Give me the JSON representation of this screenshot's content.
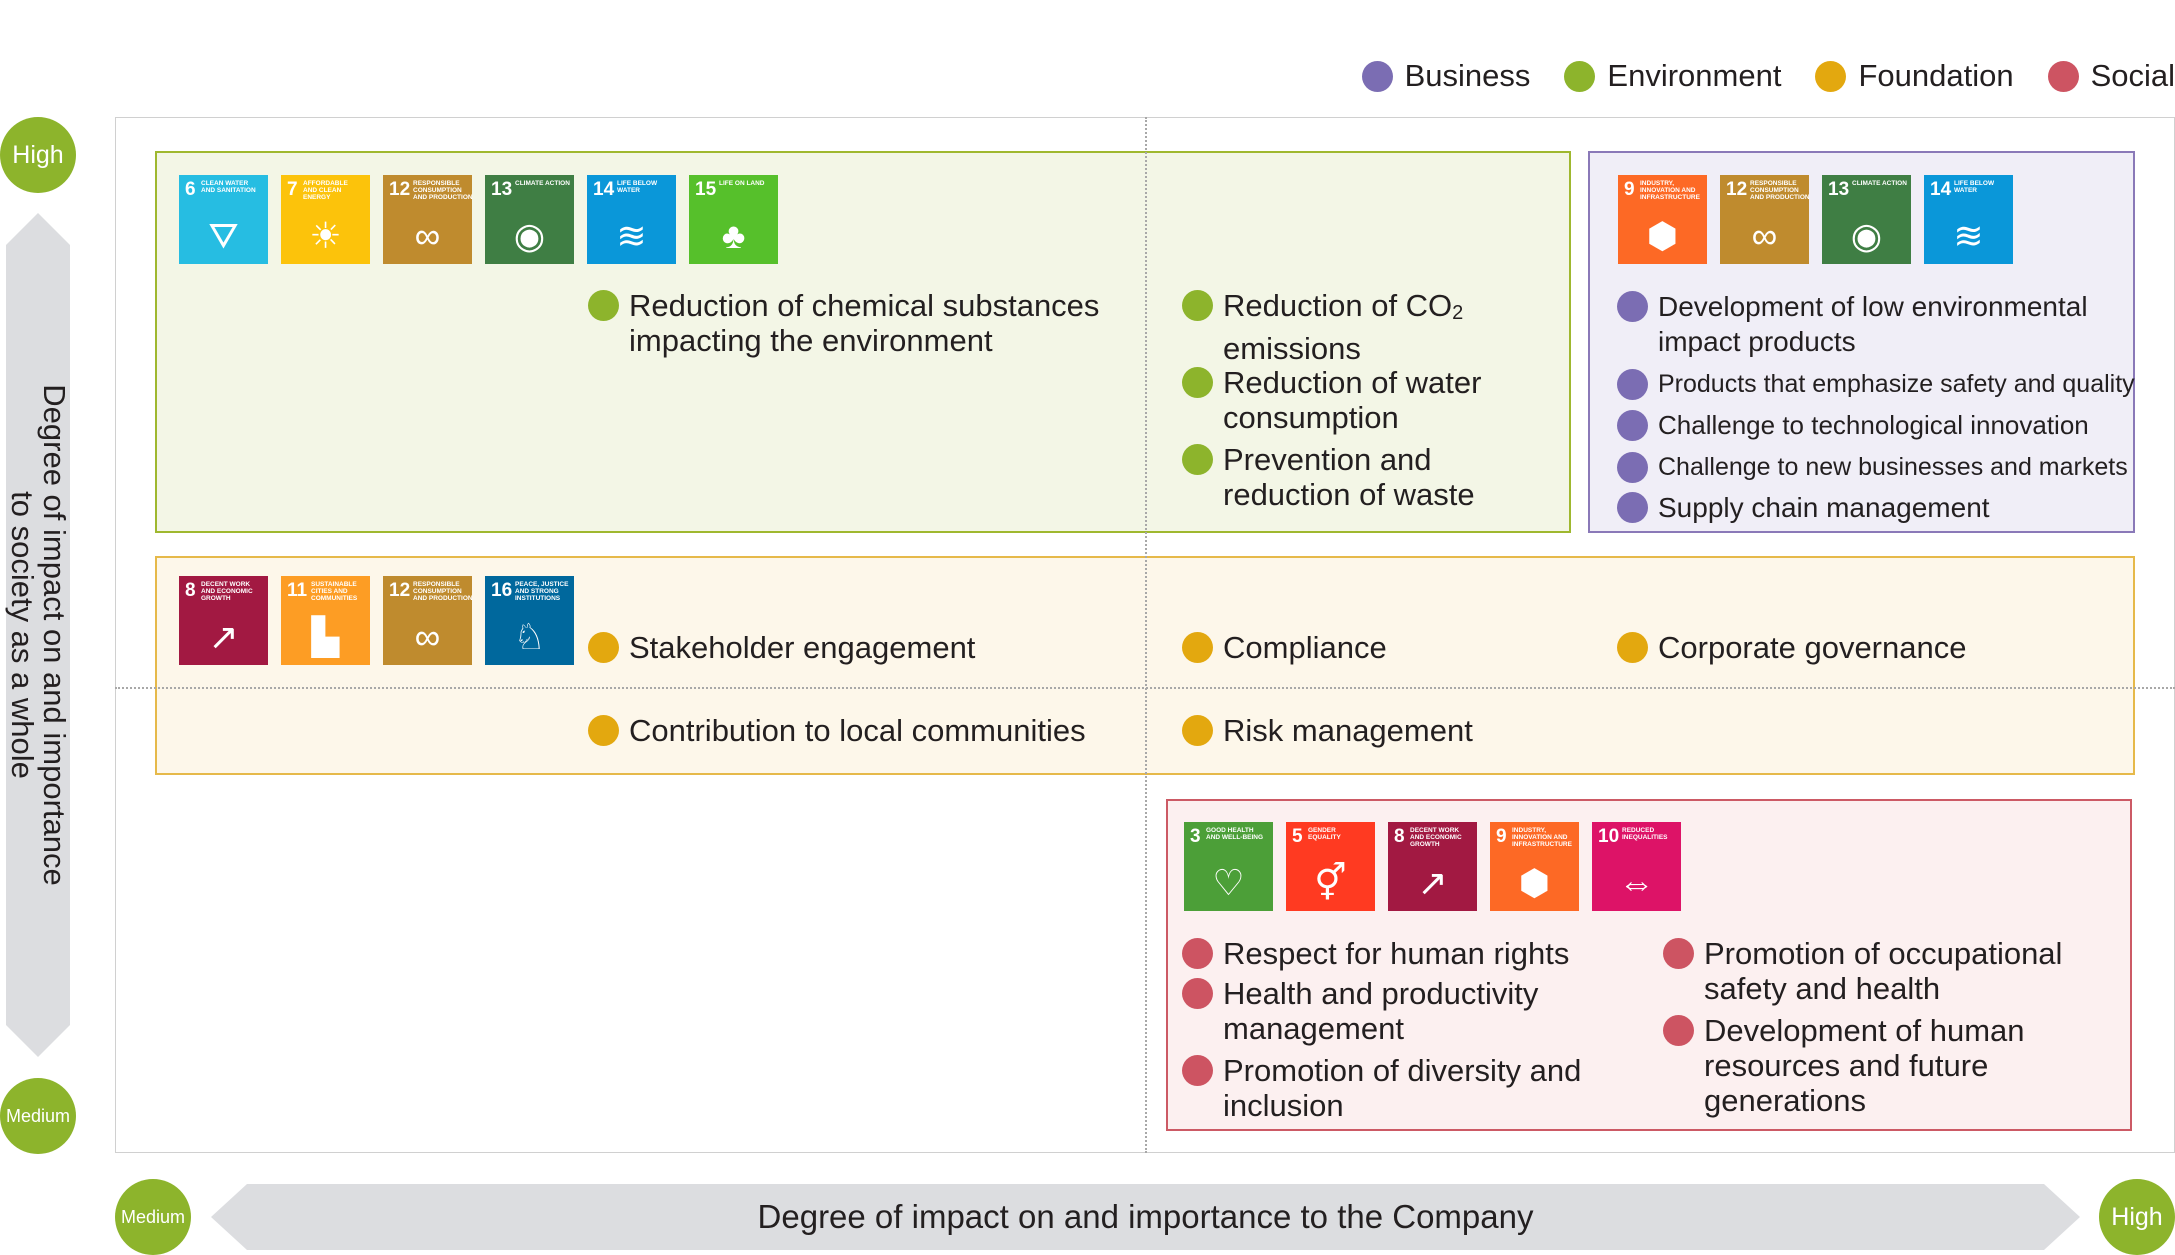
{
  "colors": {
    "business": "#7b6db3",
    "environment": "#8db42c",
    "foundation": "#e3a80f",
    "social": "#cd5462"
  },
  "legend": [
    {
      "label": "Business",
      "color": "#7b6db3"
    },
    {
      "label": "Environment",
      "color": "#8db42c"
    },
    {
      "label": "Foundation",
      "color": "#e3a80f"
    },
    {
      "label": "Social",
      "color": "#cd5462"
    }
  ],
  "y_axis": {
    "label_line1": "Degree of impact on and importance",
    "label_line2": "to society as a whole",
    "top": "High",
    "bottom": "Medium"
  },
  "x_axis": {
    "label": "Degree of impact on and importance to the Company",
    "left": "Medium",
    "right": "High"
  },
  "sdg_icons": {
    "environment": [
      {
        "num": "6",
        "text": "Clean water and sanitation",
        "icon": "water-drop-icon",
        "glyph": "⛛",
        "color": "#26bde2"
      },
      {
        "num": "7",
        "text": "Affordable and clean energy",
        "icon": "sun-icon",
        "glyph": "☀",
        "color": "#fcc30b"
      },
      {
        "num": "12",
        "text": "Responsible consumption and production",
        "icon": "infinity-icon",
        "glyph": "∞",
        "color": "#bf8b2e"
      },
      {
        "num": "13",
        "text": "Climate action",
        "icon": "eye-globe-icon",
        "glyph": "◉",
        "color": "#3f7e44"
      },
      {
        "num": "14",
        "text": "Life below water",
        "icon": "fish-icon",
        "glyph": "≋",
        "color": "#0a97d9"
      },
      {
        "num": "15",
        "text": "Life on land",
        "icon": "tree-icon",
        "glyph": "♣",
        "color": "#56c02b"
      }
    ],
    "business": [
      {
        "num": "9",
        "text": "Industry, innovation and infrastructure",
        "icon": "cubes-icon",
        "glyph": "⬢",
        "color": "#fd6925"
      },
      {
        "num": "12",
        "text": "Responsible consumption and production",
        "icon": "infinity-icon",
        "glyph": "∞",
        "color": "#bf8b2e"
      },
      {
        "num": "13",
        "text": "Climate action",
        "icon": "eye-globe-icon",
        "glyph": "◉",
        "color": "#3f7e44"
      },
      {
        "num": "14",
        "text": "Life below water",
        "icon": "fish-icon",
        "glyph": "≋",
        "color": "#0a97d9"
      }
    ],
    "foundation": [
      {
        "num": "8",
        "text": "Decent work and economic growth",
        "icon": "growth-chart-icon",
        "glyph": "↗",
        "color": "#a21942"
      },
      {
        "num": "11",
        "text": "Sustainable cities and communities",
        "icon": "city-icon",
        "glyph": "▙",
        "color": "#fd9d24"
      },
      {
        "num": "12",
        "text": "Responsible consumption and production",
        "icon": "infinity-icon",
        "glyph": "∞",
        "color": "#bf8b2e"
      },
      {
        "num": "16",
        "text": "Peace, justice and strong institutions",
        "icon": "dove-icon",
        "glyph": "♘",
        "color": "#00689d"
      }
    ],
    "social": [
      {
        "num": "3",
        "text": "Good health and well-being",
        "icon": "heartbeat-icon",
        "glyph": "♡",
        "color": "#4c9f38"
      },
      {
        "num": "5",
        "text": "Gender equality",
        "icon": "gender-icon",
        "glyph": "⚥",
        "color": "#ff3a21"
      },
      {
        "num": "8",
        "text": "Decent work and economic growth",
        "icon": "growth-chart-icon",
        "glyph": "↗",
        "color": "#a21942"
      },
      {
        "num": "9",
        "text": "Industry, innovation and infrastructure",
        "icon": "cubes-icon",
        "glyph": "⬢",
        "color": "#fd6925"
      },
      {
        "num": "10",
        "text": "Reduced inequalities",
        "icon": "equality-icon",
        "glyph": "⇔",
        "color": "#dd1367"
      }
    ]
  },
  "items": {
    "env_chemical_1": "Reduction of chemical substances",
    "env_chemical_2": "impacting the environment",
    "env_co2_1": "Reduction of CO",
    "env_co2_sub": "2",
    "env_co2_2": "emissions",
    "env_water_1": "Reduction of water",
    "env_water_2": "consumption",
    "env_waste_1": "Prevention and",
    "env_waste_2": "reduction of waste",
    "bus_lowimpact_1": "Development of low environmental",
    "bus_lowimpact_2": "impact products",
    "bus_safety": "Products that emphasize safety and quality",
    "bus_tech": "Challenge to technological innovation",
    "bus_newbiz": "Challenge to new businesses and markets",
    "bus_supply": "Supply chain management",
    "fnd_stakeholder": "Stakeholder engagement",
    "fnd_compliance": "Compliance",
    "fnd_governance": "Corporate governance",
    "fnd_local": "Contribution to local communities",
    "fnd_risk": "Risk management",
    "soc_rights": "Respect for human rights",
    "soc_health_1": "Health and productivity",
    "soc_health_2": "management",
    "soc_diversity_1": "Promotion of diversity and",
    "soc_diversity_2": "inclusion",
    "soc_safety_1": "Promotion of occupational",
    "soc_safety_2": "safety and health",
    "soc_hr_1": "Development of human",
    "soc_hr_2": "resources and future",
    "soc_hr_3": "generations"
  }
}
